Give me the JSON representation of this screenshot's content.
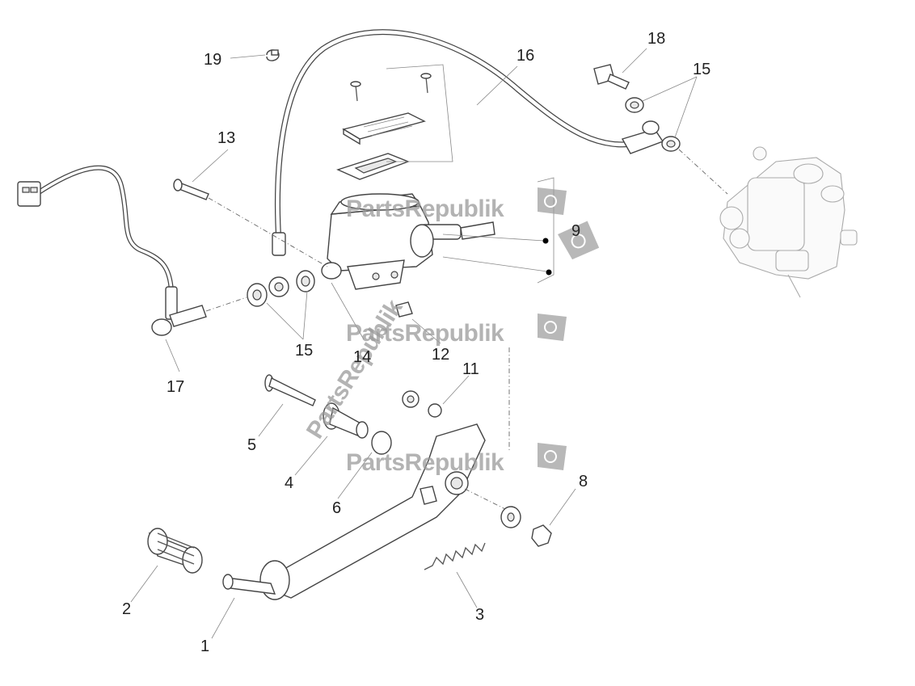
{
  "callouts": [
    {
      "id": "c1",
      "label": "1"
    },
    {
      "id": "c2",
      "label": "2"
    },
    {
      "id": "c3",
      "label": "3"
    },
    {
      "id": "c4",
      "label": "4"
    },
    {
      "id": "c5",
      "label": "5"
    },
    {
      "id": "c6",
      "label": "6"
    },
    {
      "id": "c8",
      "label": "8"
    },
    {
      "id": "c9",
      "label": "9"
    },
    {
      "id": "c11",
      "label": "11"
    },
    {
      "id": "c12",
      "label": "12"
    },
    {
      "id": "c13",
      "label": "13"
    },
    {
      "id": "c14",
      "label": "14"
    },
    {
      "id": "c15a",
      "label": "15"
    },
    {
      "id": "c15b",
      "label": "15"
    },
    {
      "id": "c16",
      "label": "16"
    },
    {
      "id": "c17",
      "label": "17"
    },
    {
      "id": "c18",
      "label": "18"
    },
    {
      "id": "c19",
      "label": "19"
    }
  ],
  "watermark": {
    "text": "PartsRepublik",
    "diagonal_text": "PartsRepublik",
    "color": "#9a9a9a"
  }
}
